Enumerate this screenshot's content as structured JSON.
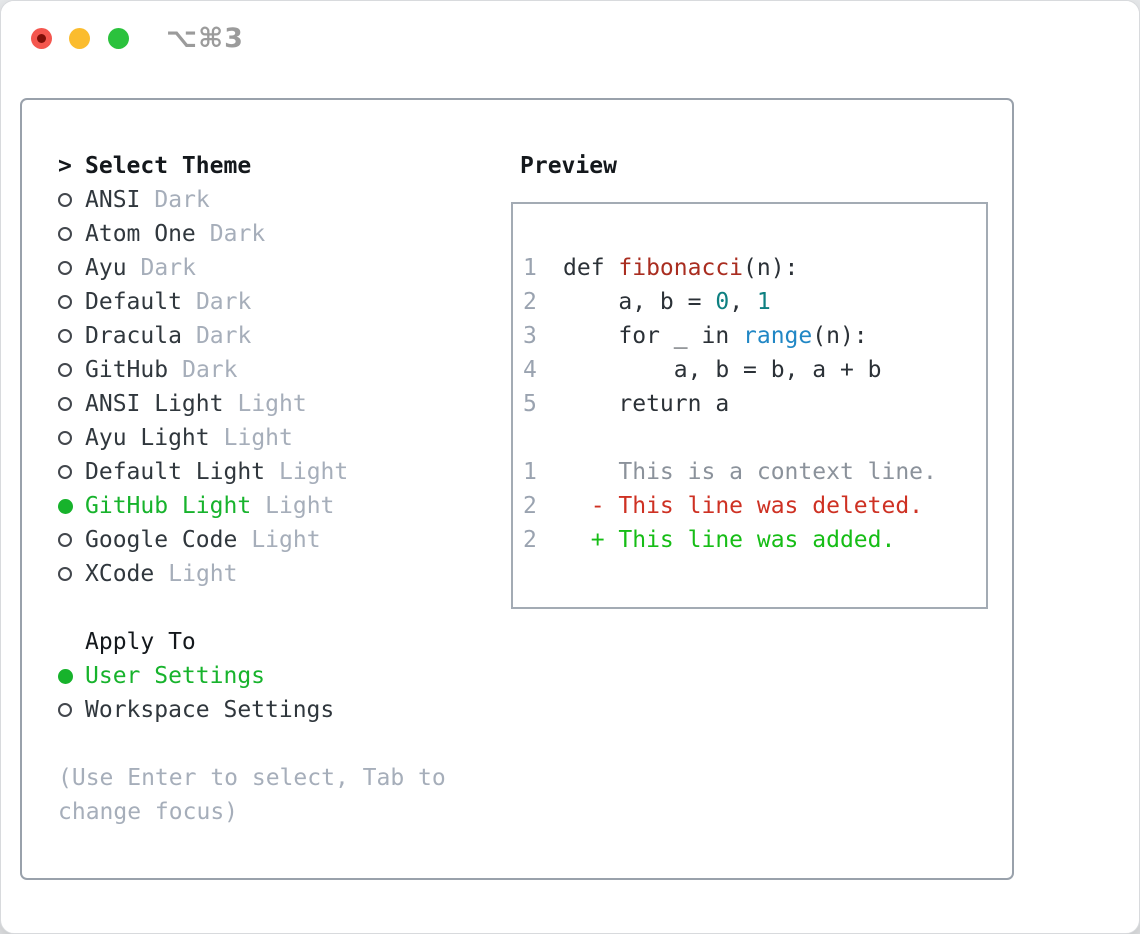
{
  "window": {
    "title": "⌥⌘3"
  },
  "theme_picker": {
    "prompt": ">",
    "title": "Select Theme",
    "items": [
      {
        "label": "ANSI",
        "tag": "Dark",
        "selected": false
      },
      {
        "label": "Atom One",
        "tag": "Dark",
        "selected": false
      },
      {
        "label": "Ayu",
        "tag": "Dark",
        "selected": false
      },
      {
        "label": "Default",
        "tag": "Dark",
        "selected": false
      },
      {
        "label": "Dracula",
        "tag": "Dark",
        "selected": false
      },
      {
        "label": "GitHub",
        "tag": "Dark",
        "selected": false
      },
      {
        "label": "ANSI Light",
        "tag": "Light",
        "selected": false
      },
      {
        "label": "Ayu Light",
        "tag": "Light",
        "selected": false
      },
      {
        "label": "Default Light",
        "tag": "Light",
        "selected": false
      },
      {
        "label": "GitHub Light",
        "tag": "Light",
        "selected": true
      },
      {
        "label": "Google Code",
        "tag": "Light",
        "selected": false
      },
      {
        "label": "XCode",
        "tag": "Light",
        "selected": false
      }
    ]
  },
  "apply_to": {
    "header": "Apply To",
    "options": [
      {
        "label": "User Settings",
        "selected": true
      },
      {
        "label": "Workspace Settings",
        "selected": false
      }
    ]
  },
  "hint": {
    "line1": "(Use Enter to select, Tab to",
    "line2": "change focus)"
  },
  "preview": {
    "header": "Preview",
    "lines": [
      {
        "num": "1",
        "segments": [
          {
            "t": "def ",
            "c": "code"
          },
          {
            "t": "fibonacci",
            "c": "func"
          },
          {
            "t": "(n):",
            "c": "code"
          }
        ]
      },
      {
        "num": "2",
        "segments": [
          {
            "t": "    a, b = ",
            "c": "code"
          },
          {
            "t": "0",
            "c": "num"
          },
          {
            "t": ", ",
            "c": "code"
          },
          {
            "t": "1",
            "c": "num"
          }
        ]
      },
      {
        "num": "3",
        "segments": [
          {
            "t": "    for _ in ",
            "c": "code"
          },
          {
            "t": "range",
            "c": "call"
          },
          {
            "t": "(n):",
            "c": "code"
          }
        ]
      },
      {
        "num": "4",
        "segments": [
          {
            "t": "        a, b = b, a + b",
            "c": "code"
          }
        ]
      },
      {
        "num": "5",
        "segments": [
          {
            "t": "    return a",
            "c": "code"
          }
        ]
      },
      {
        "num": "",
        "segments": []
      },
      {
        "num": "1",
        "segments": [
          {
            "t": "    This is a context line.",
            "c": "context"
          }
        ]
      },
      {
        "num": "2",
        "segments": [
          {
            "t": "  - This line was deleted.",
            "c": "deleted"
          }
        ]
      },
      {
        "num": "2",
        "segments": [
          {
            "t": "  + This line was added.",
            "c": "added"
          }
        ]
      }
    ]
  },
  "colors": {
    "selected_green": "#17b32c",
    "added_green": "#16bd16",
    "deleted_red": "#ce3123",
    "func_red": "#a92d20",
    "num_teal": "#0e8081",
    "call_blue": "#2187c5",
    "code_text": "#2b3137",
    "label_text": "#30373d",
    "header_text": "#14181c",
    "muted_text": "#a6aeba",
    "line_number": "#9aa3b0",
    "context_gray": "#8b929b",
    "panel_border": "#99a1ab",
    "box_border": "#a3abb4",
    "title_gray": "#9b9b9b",
    "traffic_red": "#f4564e",
    "traffic_red_dot": "#7f0f08",
    "traffic_yellow": "#fbbc2e",
    "traffic_green": "#2bc23d",
    "radio_stroke": "#43474d"
  }
}
